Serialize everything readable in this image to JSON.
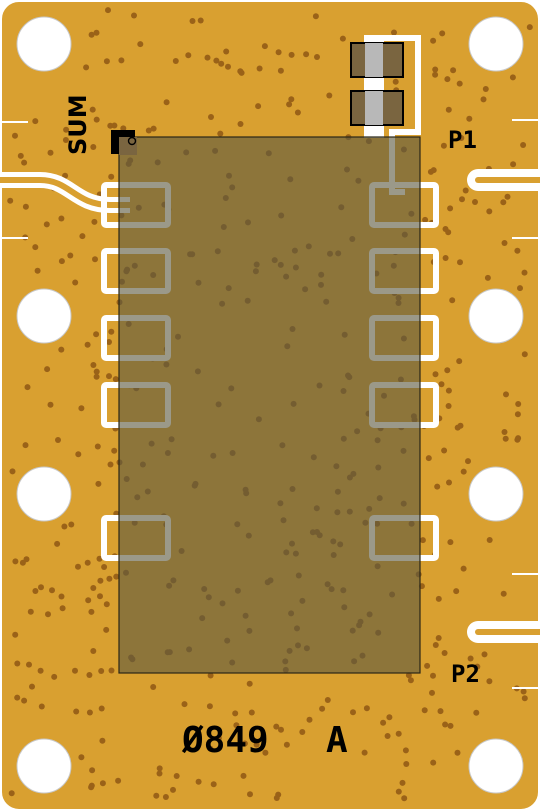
{
  "board": {
    "part_number": "Ø849",
    "revision": "A",
    "colors": {
      "substrate": "#d9a030",
      "via": "#9a6218",
      "copper_trace": "#ffffff",
      "component_body": "#7a6540",
      "pad_outline": "#cfcfcf",
      "silkscreen": "#000000"
    }
  },
  "labels": {
    "sum": "SUM",
    "p1": "P1",
    "p2": "P2"
  },
  "mounting_holes": 8,
  "component_pins": {
    "left_side": 5,
    "right_side": 5
  }
}
